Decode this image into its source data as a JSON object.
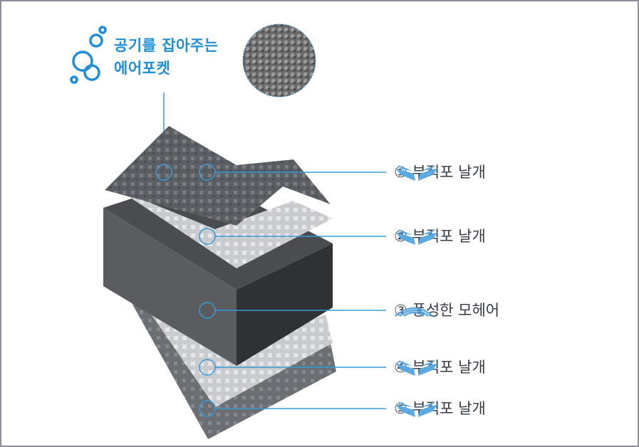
{
  "callout": {
    "line1": "공기를 잡아주는",
    "line2": "에어포켓",
    "color": "#1e8fd6"
  },
  "layers": [
    {
      "label": "① 부직포 날개",
      "icon": "wing-icon"
    },
    {
      "label": "② 부직포 날개",
      "icon": "wing-icon"
    },
    {
      "label": "③ 풍성한 모헤어",
      "icon": "wave-icon"
    },
    {
      "label": "④ 부직포 날개",
      "icon": "wing-icon"
    },
    {
      "label": "⑤ 부직포 날개",
      "icon": "wing-icon"
    }
  ],
  "colors": {
    "accent": "#1e8fd6",
    "leader_line": "#3a9ad9",
    "text": "#333a44"
  }
}
